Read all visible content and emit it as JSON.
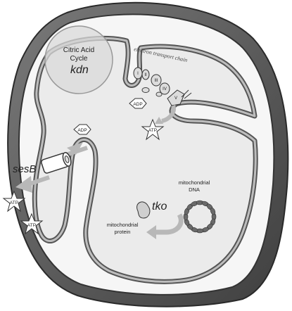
{
  "labels": {
    "cycle_line1": "Citric Acid",
    "cycle_line2": "Cycle",
    "kdn": "kdn",
    "etc": "electron transport chain",
    "sesb": "sesB",
    "tko": "tko",
    "mito_dna_line1": "mitochondrial",
    "mito_dna_line2": "DNA",
    "mito_protein_line1": "mitochondrial",
    "mito_protein_line2": "protein"
  },
  "complexes": [
    "I",
    "II",
    "III",
    "IV",
    "V"
  ],
  "molecules": {
    "adp": "ADP",
    "atp": "ATP"
  },
  "colors": {
    "outer_membrane": "#5a5a5a",
    "intermembrane": "#f3f3f3",
    "matrix": "#e9e9e9",
    "arrow": "#b8b8b8",
    "dna_bead": "#6a6a6a"
  }
}
